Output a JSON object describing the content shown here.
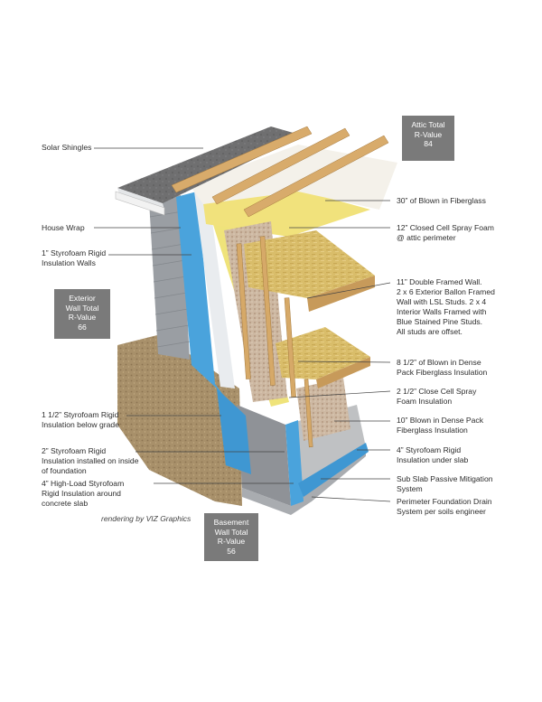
{
  "boxes": {
    "attic": "Attic Total\nR-Value\n84",
    "exterior_wall": "Exterior\nWall Total\nR-Value\n66",
    "basement_wall": "Basement\nWall Total\nR-Value\n56"
  },
  "labels_left": {
    "solar_shingles": "Solar Shingles",
    "house_wrap": "House Wrap",
    "styrofoam_walls": "1” Styrofoam Rigid\nInsulation Walls",
    "styrofoam_below_grade": "1 1/2” Styrofoam Rigid\nInsulation below grade",
    "styrofoam_foundation": "2” Styrofoam Rigid\nInsulation installed on inside\nof foundation",
    "high_load_styrofoam": "4” High-Load Styrofoam\nRigid Insulation around\nconcrete slab"
  },
  "labels_right": {
    "blown_fiberglass_attic": "30” of Blown in Fiberglass",
    "closed_cell_attic": "12” Closed Cell Spray Foam\n@ attic perimeter",
    "double_framed_wall": "11” Double Framed Wall.\n2 x 6 Exterior Ballon Framed\nWall with LSL Studs. 2 x 4\nInterior Walls Framed with\nBlue Stained Pine Studs.\nAll studs are offset.",
    "dense_pack_8": "8 1/2” of Blown in Dense\nPack Fiberglass Insulation",
    "close_cell_2": "2 1/2” Close Cell Spray\nFoam Insulation",
    "dense_pack_10": "10” Blown in Dense Pack\nFiberglass Insulation",
    "styrofoam_under_slab": "4” Styrofoam Rigid\nInsulation under slab",
    "sub_slab": "Sub Slab Passive Mitigation\nSystem",
    "perimeter_drain": "Perimeter Foundation Drain\nSystem per soils engineer"
  },
  "credit": "rendering by VIZ Graphics"
}
